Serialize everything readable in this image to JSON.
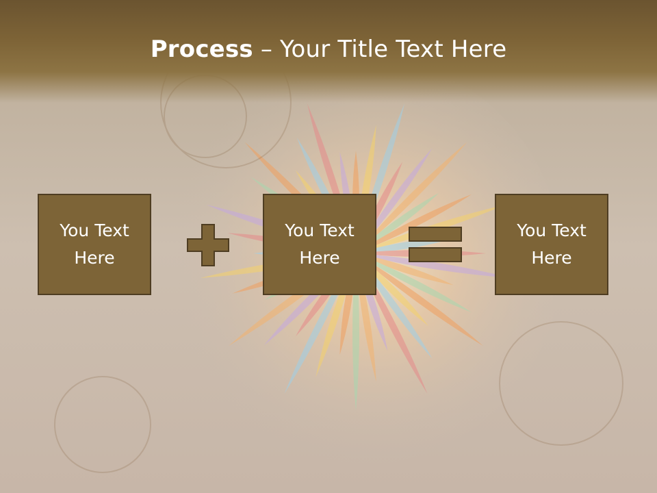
{
  "slide": {
    "title_bold": "Process",
    "title_rest": " – Your Title Text Here",
    "boxes": [
      {
        "text": "You Text\nHere"
      },
      {
        "text": "You Text\nHere"
      },
      {
        "text": "You Text\nHere"
      }
    ],
    "operators": [
      "plus-icon",
      "equals-icon"
    ]
  },
  "colors": {
    "header": "#7e6437",
    "box_fill": "#7d6437",
    "box_border": "#4e3d22",
    "text": "#ffffff"
  }
}
